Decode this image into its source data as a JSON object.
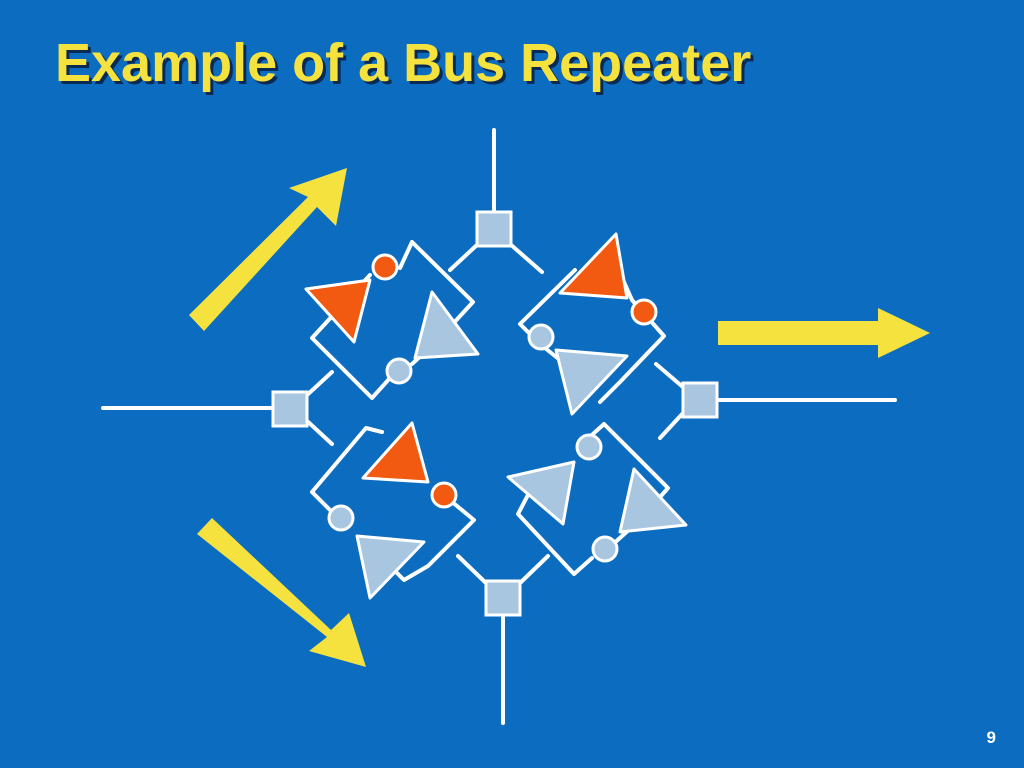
{
  "slide": {
    "title": "Example of a Bus Repeater",
    "page_number": "9"
  },
  "colors": {
    "background": "#0B6CC0",
    "title": "#F6E23E",
    "arrow": "#F6E23E",
    "wire": "#FFFFFF",
    "terminal": "#A9C6E0",
    "buffer_active": "#F25A12",
    "buffer_inactive": "#A9C6E0"
  },
  "diagram": {
    "description_terminals": [
      "top",
      "right",
      "bottom",
      "left"
    ],
    "buffers": [
      {
        "position": "upper-left",
        "active_direction": "toward-left"
      },
      {
        "position": "upper-right",
        "active_direction": "toward-top"
      },
      {
        "position": "lower-left",
        "active_direction": "toward-bottom"
      },
      {
        "position": "lower-right",
        "active_direction": "none"
      }
    ],
    "arrows": [
      {
        "name": "up-right"
      },
      {
        "name": "right"
      },
      {
        "name": "down-right"
      }
    ]
  }
}
